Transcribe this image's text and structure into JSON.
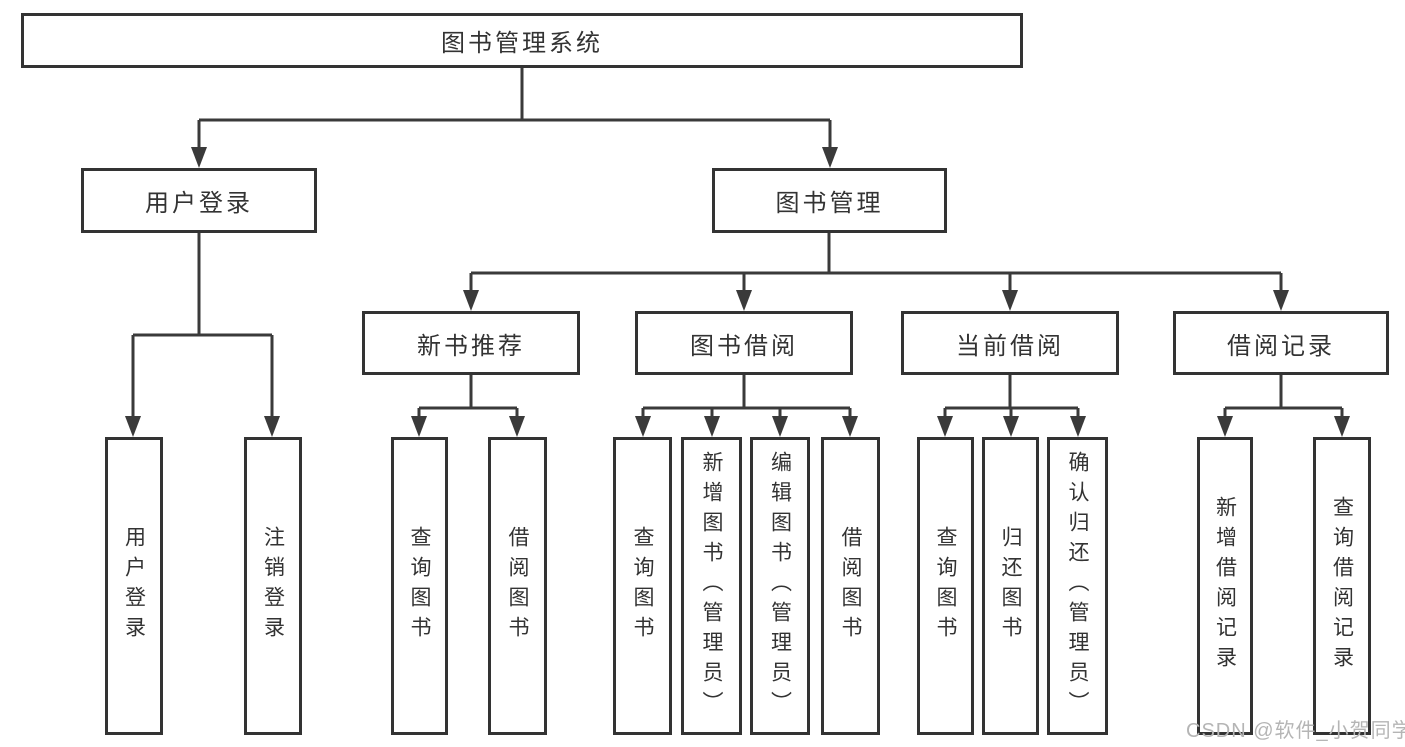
{
  "diagram": {
    "title": "图书管理系统",
    "nodes": {
      "root": {
        "label": "图书管理系统"
      },
      "level2": [
        {
          "label": "用户登录"
        },
        {
          "label": "图书管理"
        }
      ],
      "level3": [
        {
          "label": "新书推荐",
          "parent": "图书管理"
        },
        {
          "label": "图书借阅",
          "parent": "图书管理"
        },
        {
          "label": "当前借阅",
          "parent": "图书管理"
        },
        {
          "label": "借阅记录",
          "parent": "图书管理"
        }
      ],
      "leaves": [
        {
          "label": "用户登录",
          "parent": "用户登录"
        },
        {
          "label": "注销登录",
          "parent": "用户登录"
        },
        {
          "label": "查询图书",
          "parent": "新书推荐"
        },
        {
          "label": "借阅图书",
          "parent": "新书推荐"
        },
        {
          "label": "查询图书",
          "parent": "图书借阅"
        },
        {
          "label": "新增图书（管理员）",
          "parent": "图书借阅"
        },
        {
          "label": "编辑图书（管理员）",
          "parent": "图书借阅"
        },
        {
          "label": "借阅图书",
          "parent": "图书借阅"
        },
        {
          "label": "查询图书",
          "parent": "当前借阅"
        },
        {
          "label": "归还图书",
          "parent": "当前借阅"
        },
        {
          "label": "确认归还（管理员）",
          "parent": "当前借阅"
        },
        {
          "label": "新增借阅记录",
          "parent": "借阅记录"
        },
        {
          "label": "查询借阅记录",
          "parent": "借阅记录"
        }
      ]
    },
    "watermark": {
      "text": "CSDN @软件_小贺同学",
      "color": "#b5b5b5"
    },
    "colors": {
      "line": "#3a3a3a",
      "box_border": "#333333",
      "text": "#333333",
      "background": "#ffffff"
    }
  }
}
